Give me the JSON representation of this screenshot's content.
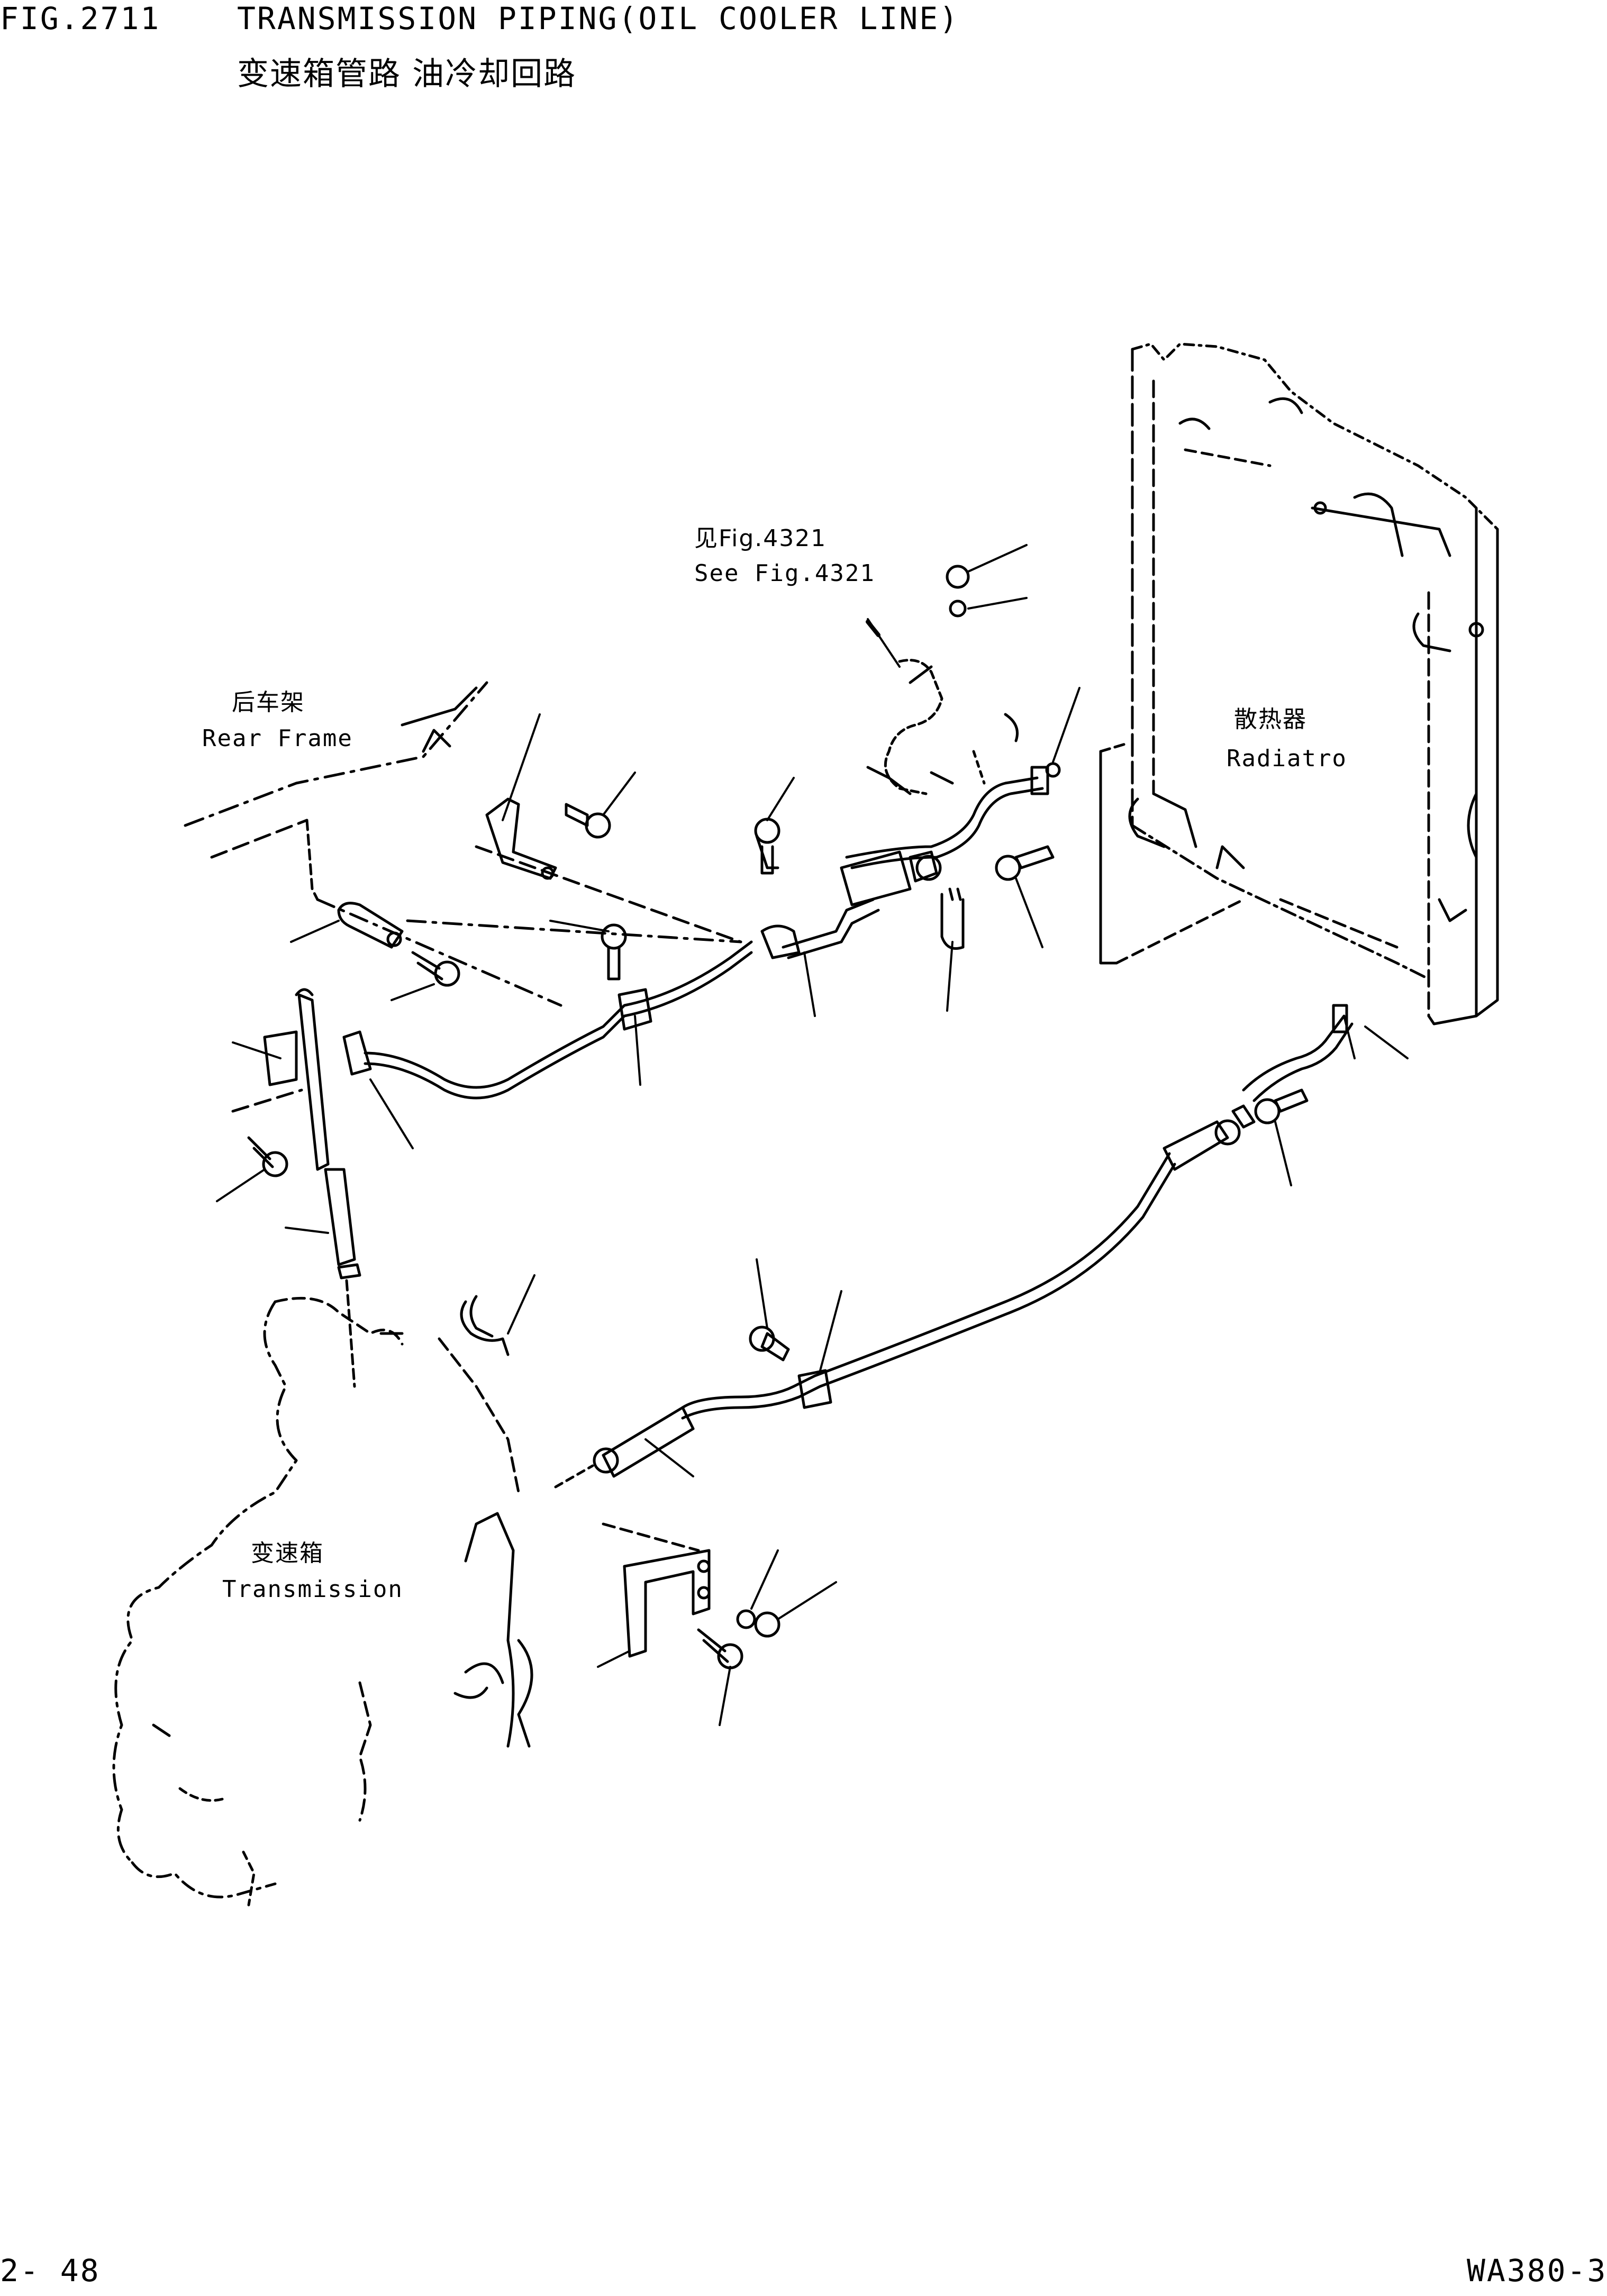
{
  "header": {
    "fig_number": "FIG.2711",
    "title_en": "TRANSMISSION PIPING(OIL COOLER LINE)",
    "title_zh": "变速箱管路 油冷却回路"
  },
  "labels": {
    "see_fig_zh": "见Fig.4321",
    "see_fig_en": "See Fig.4321",
    "rear_frame_zh": "后车架",
    "rear_frame_en": "Rear Frame",
    "radiator_zh": "散热器",
    "radiator_en": "Radiatro",
    "transmission_zh": "变速箱",
    "transmission_en": "Transmission"
  },
  "footer": {
    "page": "2- 48",
    "model": "WA380-3"
  }
}
